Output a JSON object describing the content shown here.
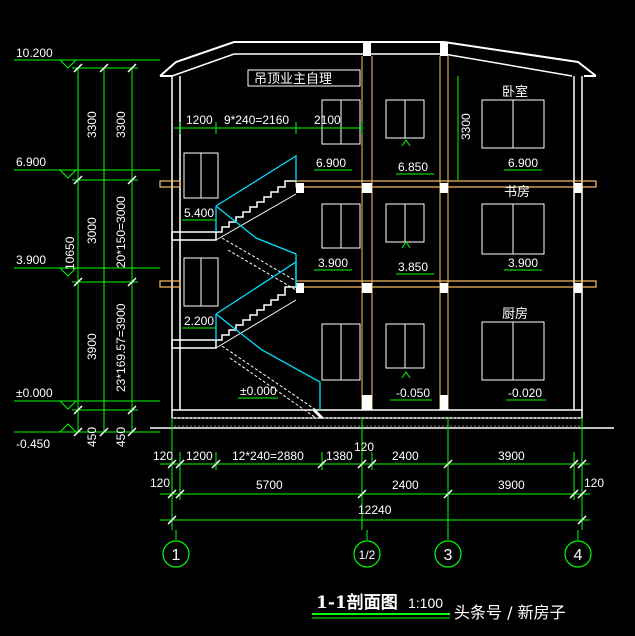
{
  "elevations": [
    "10.200",
    "6.900",
    "3.900",
    "±0.000",
    "-0.450"
  ],
  "left_dims": {
    "col1": [
      "3300",
      "3000",
      "3900",
      "450"
    ],
    "col2": [
      "10650"
    ],
    "col3": [
      "3300",
      "20*150=3000",
      "23*169.57=3900",
      "450"
    ]
  },
  "room_labels": {
    "ceiling_note": "吊顶业主自理",
    "bedroom": "卧室",
    "study": "书房",
    "kitchen": "厨房"
  },
  "floor_marks": {
    "f3_stair": "6.900",
    "f3_mid": "6.850",
    "f3_right": "6.900",
    "landing_top": "5.400",
    "f2_stair": "3.900",
    "f2_mid": "3.850",
    "f2_right": "3.900",
    "landing_bottom": "2.200",
    "f1_stair": "±0.000",
    "f1_mid": "-0.050",
    "f1_right": "-0.020"
  },
  "top_dims": [
    "1200",
    "9*240=2160",
    "2100"
  ],
  "right_dim": "3300",
  "bottom_dims": {
    "row1": [
      "120",
      "1200",
      "12*240=2880",
      "1380",
      "120",
      "2400",
      "3900"
    ],
    "row2": [
      "120",
      "5700",
      "2400",
      "3900",
      "120"
    ],
    "row3": [
      "12240"
    ]
  },
  "axes": [
    "1",
    "1/2",
    "3",
    "4"
  ],
  "title": "1-1剖面图",
  "scale": "1:100",
  "watermark": "头条号 / 新房子"
}
